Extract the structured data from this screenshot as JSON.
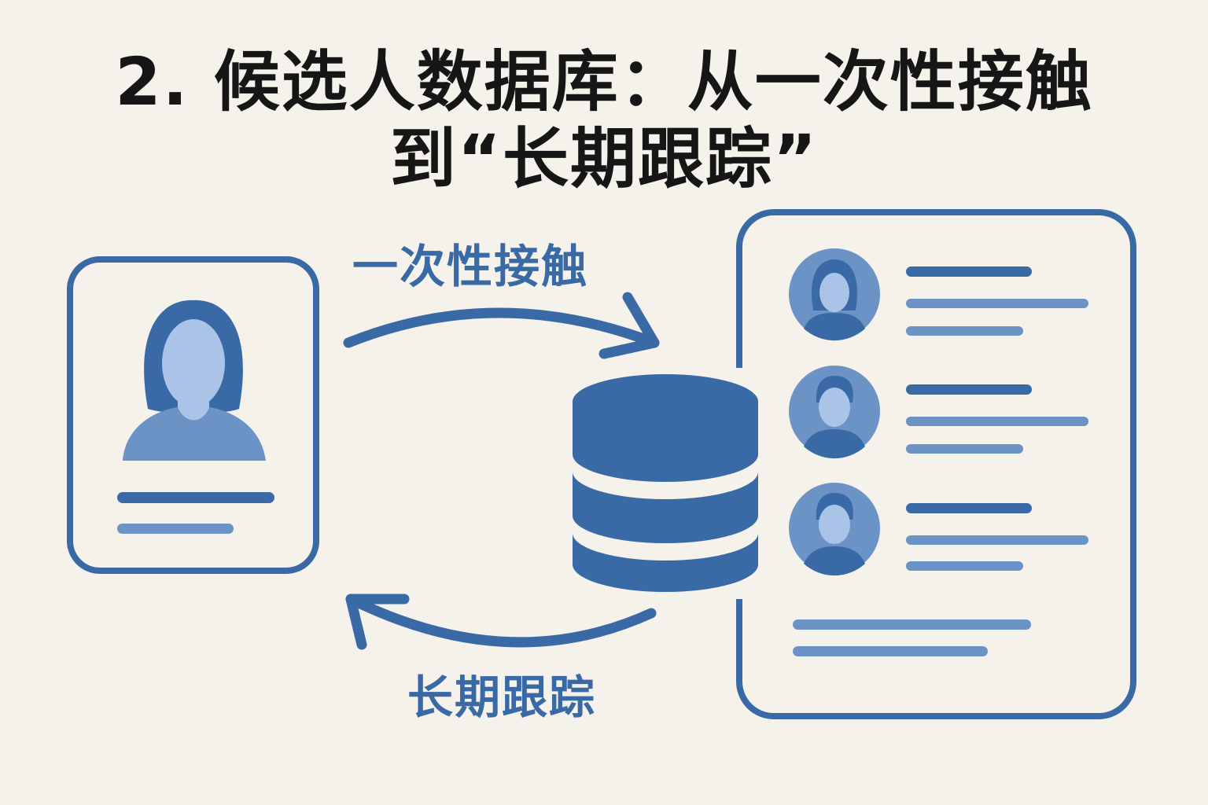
{
  "title": {
    "line1": "2. 候选人数据库：从一次性接触",
    "line2": "到“长期跟踪”"
  },
  "flow": {
    "top_label": "一次性接触",
    "bottom_label": "长期跟踪"
  },
  "colors": {
    "background": "#f5f2ec",
    "primary": "#3a6aa5",
    "secondary": "#6b93c6",
    "light": "#a9c4e6",
    "title": "#161616"
  },
  "icons": {
    "single_profile": "person-card-icon",
    "database": "database-icon",
    "candidate_list": "candidate-list-icon"
  }
}
